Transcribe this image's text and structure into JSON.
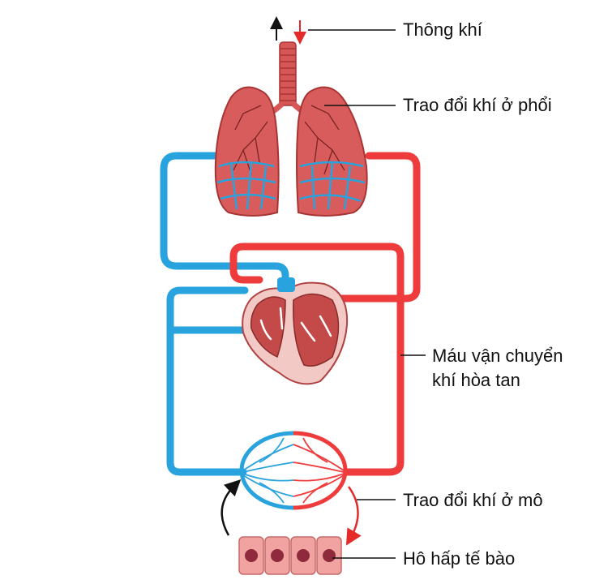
{
  "labels": {
    "ventilation": "Thông khí",
    "lung_exchange": "Trao đổi khí ở phổi",
    "blood_transport_line1": "Máu vận chuyển",
    "blood_transport_line2": "khí hòa tan",
    "tissue_exchange": "Trao đổi khí ở mô",
    "cell_respiration": "Hô hấp tế bào"
  },
  "colors": {
    "oxygenated": "#ee3b3b",
    "deoxygenated": "#29a3de",
    "lung_fill": "#d9585a",
    "lung_dark": "#a83434",
    "heart_fill": "#c44a4a",
    "cell_fill": "#f0a3a0",
    "nucleus": "#8e2a3c",
    "leader_line": "#111111"
  }
}
